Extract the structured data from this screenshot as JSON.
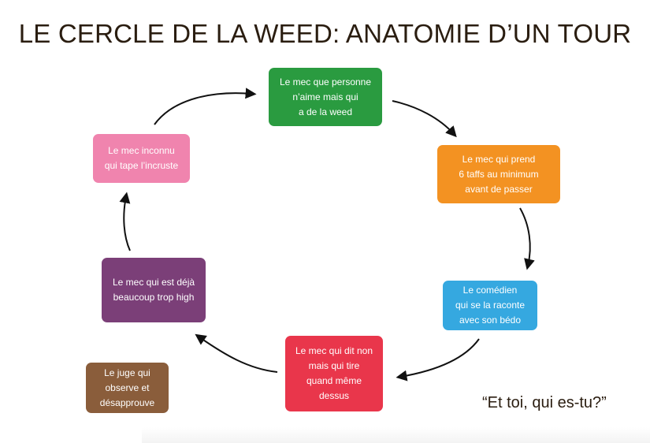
{
  "title": "LE CERCLE DE LA WEED: ANATOMIE D’UN TOUR",
  "nodes": {
    "dealer": {
      "label": "Le mec que personne\nn’aime mais qui\na de la weed",
      "color": "#2a9b40"
    },
    "greedy": {
      "label": "Le mec qui prend\n6 taffs au minimum\navant de passer",
      "color": "#f39222"
    },
    "comedian": {
      "label": "Le comédien\nqui se la raconte\navec son bédo",
      "color": "#35a8e0"
    },
    "hypocrite": {
      "label": "Le mec qui dit non\nmais qui tire\nquand même\ndessus",
      "color": "#e9364b"
    },
    "high": {
      "label": "Le mec qui est déjà\nbeaucoup trop high",
      "color": "#7b3f78"
    },
    "stranger": {
      "label": "Le mec inconnu\nqui tape l’incruste",
      "color": "#f084ae"
    },
    "judge": {
      "label": "Le juge qui\nobserve et\ndésapprouve",
      "color": "#8a5d3b"
    }
  },
  "quote": "“Et toi, qui es-tu?”"
}
